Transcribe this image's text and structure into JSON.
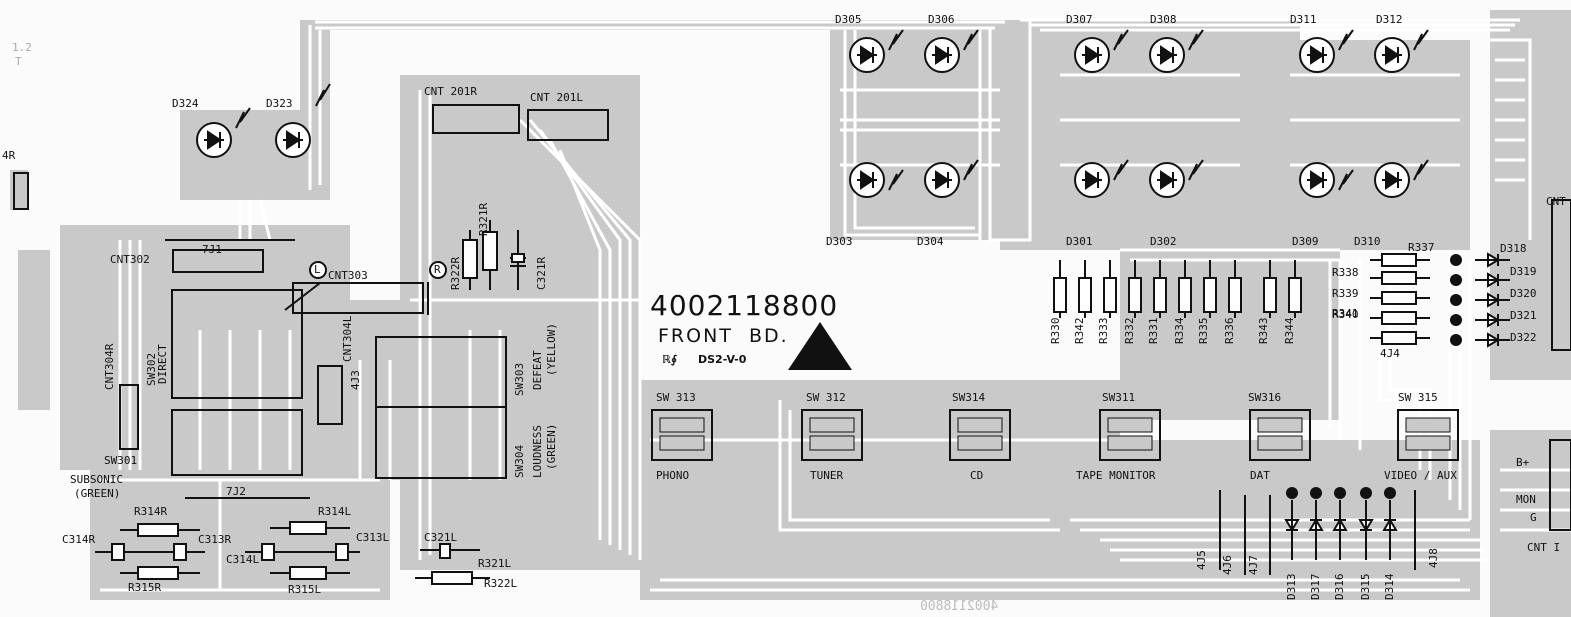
{
  "board": {
    "part_number": "4002118800",
    "title": "FRONT  BD.",
    "cert": "DS2-V-0",
    "cert_symbol": "ℝ∮",
    "underside_text": "4002118800",
    "edge_marks": [
      "1.2",
      "T",
      "4R"
    ],
    "colors": {
      "copper": "#c9c9c9",
      "trace": "#ffffff",
      "ink": "#111111",
      "paper": "#fbfbfb"
    }
  },
  "switches": [
    {
      "ref": "SW 313",
      "label": "PHONO"
    },
    {
      "ref": "SW 312",
      "label": "TUNER"
    },
    {
      "ref": "SW314",
      "label": "CD"
    },
    {
      "ref": "SW311",
      "label": "TAPE  MONITOR"
    },
    {
      "ref": "SW316",
      "label": "DAT"
    },
    {
      "ref": "SW 315",
      "label": "VIDEO / AUX"
    }
  ],
  "left_switches": {
    "sw302": "SW302",
    "sw302_name": "DIRECT",
    "sw303": "SW303",
    "sw303_name": "DEFEAT",
    "sw303_color": "(YELLOW)",
    "sw304": "SW304",
    "sw304_name": "LOUDNESS",
    "sw304_color": "(GREEN)",
    "sw301": "SW301",
    "sw301_name": "SUBSONIC",
    "sw301_color": "(GREEN)"
  },
  "connectors": {
    "cnt201r": "CNT 201R",
    "cnt201l": "CNT 201L",
    "cnt302": "CNT302",
    "cnt303": "CNT303",
    "cnt304r": "CNT304R",
    "cnt304l": "CNT304L",
    "cnt_right": "CNT",
    "cnt_bottom": "CNT I",
    "conn_pins": [
      "B+",
      "MON",
      "G"
    ]
  },
  "jumpers": {
    "j1": "7J1",
    "j2": "7J2",
    "j3": "4J3",
    "j4": "4J4",
    "j5": "4J5",
    "j6": "4J6",
    "j7": "4J7",
    "j8": "4J8"
  },
  "top_leds": [
    "D305",
    "D306",
    "D307",
    "D308",
    "D311",
    "D312"
  ],
  "mid_leds": [
    "D303",
    "D304",
    "D301",
    "D302",
    "D309",
    "D310"
  ],
  "left_leds": [
    "D324",
    "D323"
  ],
  "resistor_array": [
    "R330",
    "R342",
    "R333",
    "R332",
    "R331",
    "R334",
    "R335",
    "R336",
    "R343",
    "R344"
  ],
  "right_resistors": [
    "R337",
    "R338",
    "R339",
    "R340",
    "R341"
  ],
  "right_diodes": [
    "D318",
    "D319",
    "D320",
    "D321",
    "D322"
  ],
  "bottom_diodes": [
    "D313",
    "D317",
    "D316",
    "D315",
    "D314"
  ],
  "mid_parts": {
    "r322r": "R322R",
    "r321r": "R321R",
    "c321r": "C321R",
    "marker_l": "L",
    "marker_r": "R"
  },
  "bottom_left": {
    "r314r": "R314R",
    "r315r": "R315R",
    "c314r": "C314R",
    "c313r": "C313R",
    "r314l": "R314L",
    "r315l": "R315L",
    "c314l": "C314L",
    "c313l": "C313L",
    "c321l": "C321L",
    "r321l": "R321L",
    "r322l": "R322L"
  }
}
